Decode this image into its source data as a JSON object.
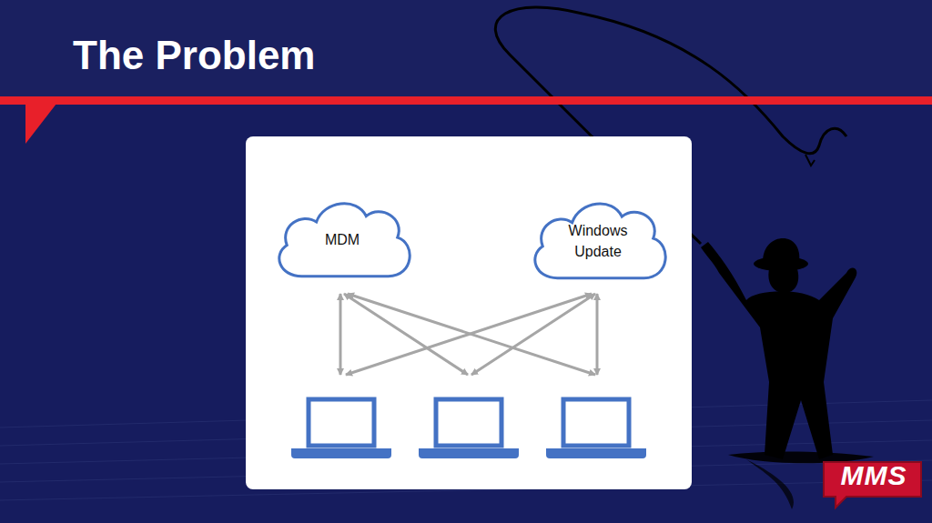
{
  "diagram": {
    "title": "The Problem",
    "nodes": [
      {
        "text": [
          "MDM"
        ]
      },
      {
        "text": [
          "Windows Update"
        ]
      }
    ],
    "labels": [
      "MMS"
    ]
  }
}
